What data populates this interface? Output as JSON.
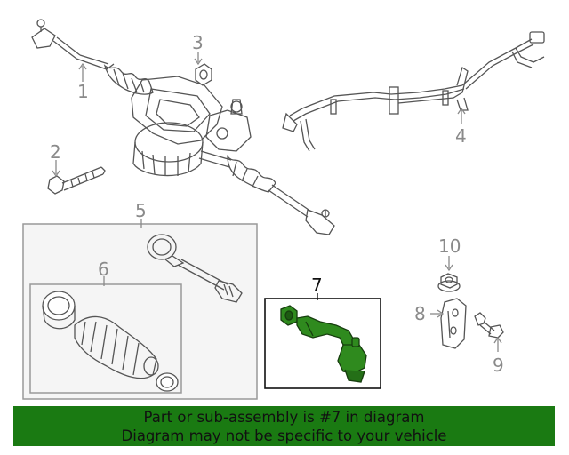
{
  "callouts": [
    "1",
    "2",
    "3",
    "4",
    "5",
    "6",
    "7",
    "8",
    "9",
    "10"
  ],
  "highlighted_callout": "7",
  "banner": {
    "line1": "Part or sub-assembly is #7 in diagram",
    "line2": "Diagram may not be specific to your vehicle"
  },
  "colors": {
    "banner_bg": "#1a7a12",
    "highlight_part": "#2f8a1e",
    "line_art": "#555555",
    "callout_text": "#8a8a8a"
  }
}
